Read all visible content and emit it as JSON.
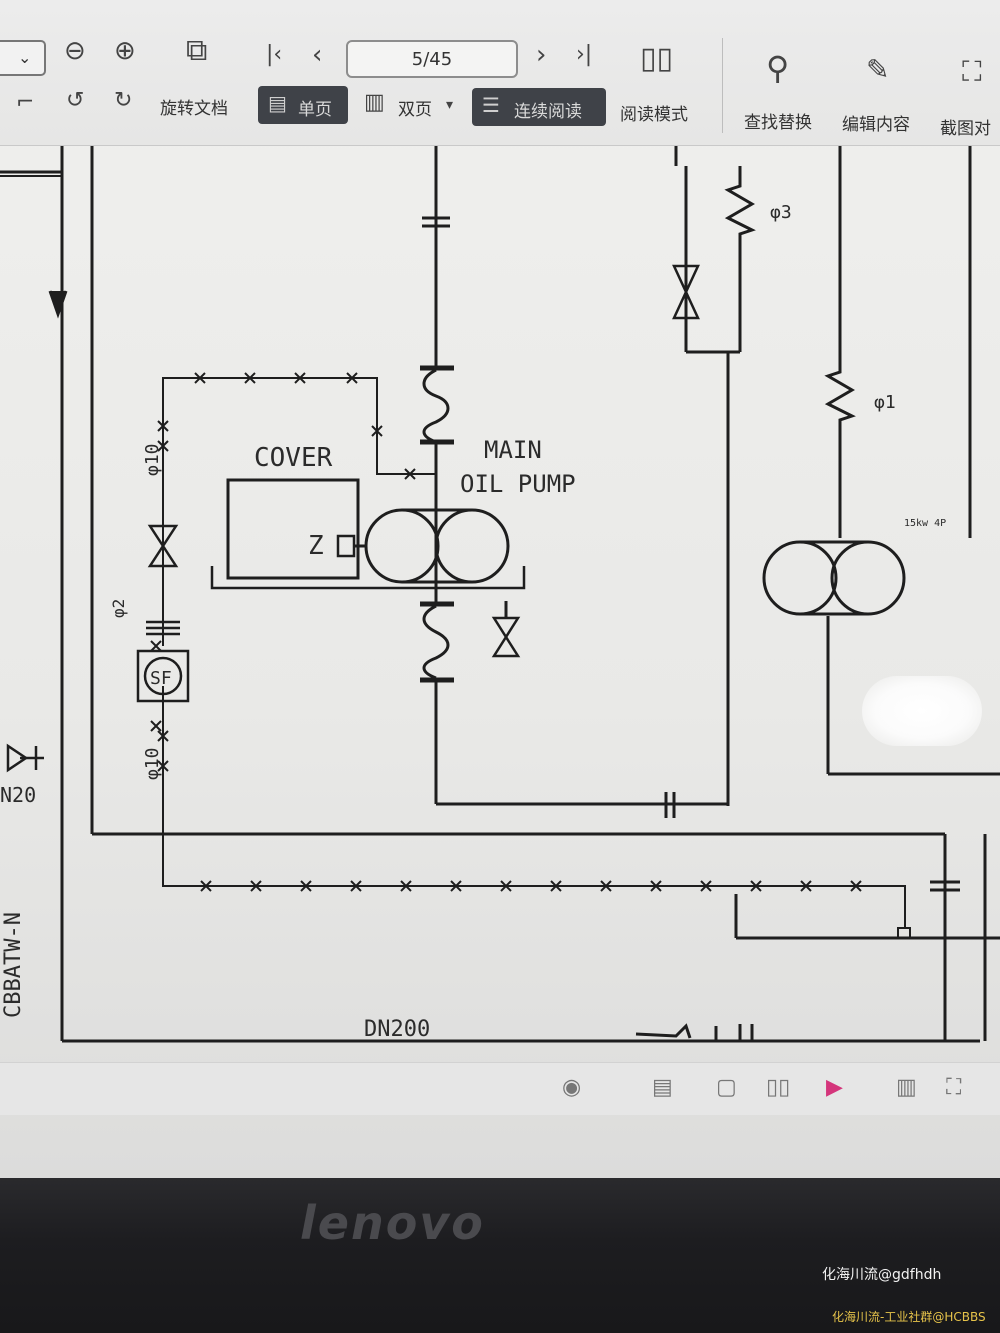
{
  "toolbar": {
    "page_indicator": "5/45",
    "rotate_label": "旋转文档",
    "single_page_label": "单页",
    "double_page_label": "双页",
    "continuous_label": "连续阅读",
    "reading_mode_label": "阅读模式",
    "find_replace_label": "查找替换",
    "edit_content_label": "编辑内容",
    "screenshot_label": "截图对"
  },
  "drawing": {
    "cover_label": "COVER",
    "main_label": "MAIN",
    "oil_pump_label": "OIL PUMP",
    "z_label": "Z",
    "sf_label": "SF",
    "phi10_top": "φ10",
    "phi10_bottom": "φ10",
    "phi2_label": "φ2",
    "phi3_label": "φ3",
    "phi1_label": "φ1",
    "dn20_label": "N20",
    "dn200_label": "DN200",
    "cbba_label": "CBBATW-N",
    "motor_label": "15kw 4P"
  },
  "bezel": {
    "brand": "lenovo"
  },
  "watermarks": {
    "line1": "化海川流@gdfhdh",
    "line2": "化海川流-工业社群@HCBBS"
  },
  "colors": {
    "screen_bg": "#ececea",
    "line": "#1e1e1e",
    "toolbar_dark_button": "#3f4248",
    "watermark_gold": "#e6c34a",
    "bezel": "#1d1d20"
  }
}
